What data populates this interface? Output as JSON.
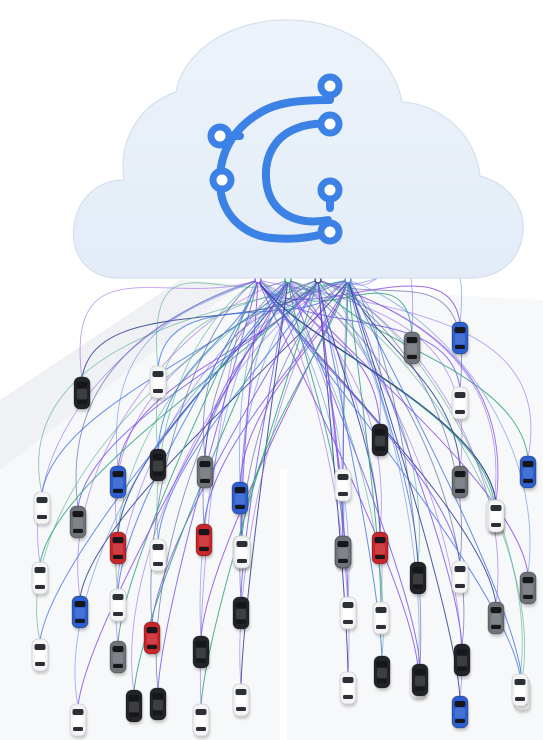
{
  "logo": {
    "icon": "circuit-c-logo-icon",
    "color": "#3C82E6"
  },
  "cloud": {
    "fill": "#E9F0F9",
    "stroke": "#D5E0EE"
  },
  "wire_colors": [
    "#8E4FE6",
    "#2FA37B",
    "#2C3E8C",
    "#4A7BE8",
    "#7A5AF0"
  ],
  "car_colors": {
    "black": "#222428",
    "white": "#F4F4F4",
    "blue": "#2D5FD0",
    "red": "#C8262B",
    "gray": "#6F7278"
  },
  "cars": [
    {
      "color": "blue"
    },
    {
      "color": "gray"
    },
    {
      "color": "black"
    },
    {
      "color": "white"
    },
    {
      "color": "white"
    },
    {
      "color": "black"
    },
    {
      "color": "blue"
    },
    {
      "color": "gray"
    },
    {
      "color": "black"
    },
    {
      "color": "gray"
    },
    {
      "color": "blue"
    },
    {
      "color": "white"
    },
    {
      "color": "gray"
    },
    {
      "color": "white"
    },
    {
      "color": "gray"
    },
    {
      "color": "blue"
    },
    {
      "color": "white"
    },
    {
      "color": "red"
    },
    {
      "color": "white"
    },
    {
      "color": "red"
    },
    {
      "color": "white"
    },
    {
      "color": "gray"
    },
    {
      "color": "red"
    },
    {
      "color": "black"
    },
    {
      "color": "white"
    },
    {
      "color": "gray"
    },
    {
      "color": "white"
    },
    {
      "color": "blue"
    },
    {
      "color": "white"
    },
    {
      "color": "black"
    },
    {
      "color": "white"
    },
    {
      "color": "white"
    },
    {
      "color": "gray"
    },
    {
      "color": "white"
    },
    {
      "color": "red"
    },
    {
      "color": "black"
    },
    {
      "color": "gray"
    },
    {
      "color": "white"
    },
    {
      "color": "black"
    },
    {
      "color": "black"
    },
    {
      "color": "white"
    },
    {
      "color": "black"
    },
    {
      "color": "white"
    },
    {
      "color": "white"
    },
    {
      "color": "black"
    },
    {
      "color": "white"
    },
    {
      "color": "white"
    },
    {
      "color": "blue"
    },
    {
      "color": "white"
    },
    {
      "color": "black"
    },
    {
      "color": "gray"
    },
    {
      "color": "white"
    },
    {
      "color": "white"
    }
  ]
}
